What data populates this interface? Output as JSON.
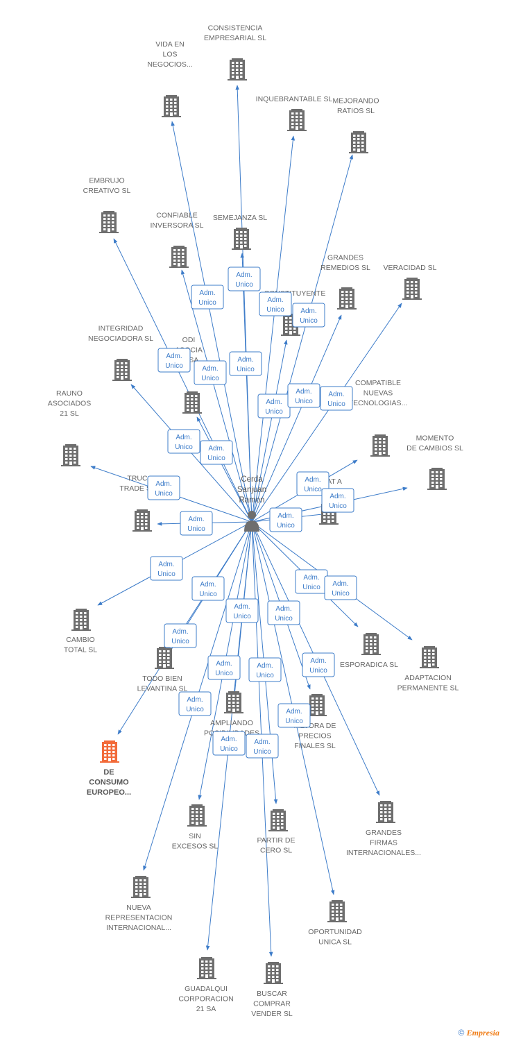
{
  "person": {
    "label": [
      "Cerda",
      "Sanjuan",
      "Ramon"
    ]
  },
  "badge": [
    "Adm.",
    "Unico"
  ],
  "copyright": {
    "symbol": "©",
    "brand": "Empresia"
  },
  "colors": {
    "edge": "#3d7cc9",
    "building": "#6e6e6e",
    "highlight": "#f26b3a",
    "person": "#6e6e6e"
  },
  "companies": [
    {
      "id": "consistencia",
      "label": [
        "CONSISTENCIA",
        "EMPRESARIAL SL"
      ],
      "highlight": false
    },
    {
      "id": "vida",
      "label": [
        "VIDA EN",
        "LOS",
        "NEGOCIOS..."
      ],
      "highlight": false
    },
    {
      "id": "inquebrantable",
      "label": [
        "INQUEBRANTABLE SL"
      ],
      "highlight": false
    },
    {
      "id": "mejorando",
      "label": [
        "MEJORANDO",
        "RATIOS SL"
      ],
      "highlight": false
    },
    {
      "id": "embrujo",
      "label": [
        "EMBRUJO",
        "CREATIVO SL"
      ],
      "highlight": false
    },
    {
      "id": "semejanza",
      "label": [
        "SEMEJANZA SL"
      ],
      "highlight": false
    },
    {
      "id": "confiable",
      "label": [
        "CONFIABLE",
        "INVERSORA SL"
      ],
      "highlight": false
    },
    {
      "id": "grandes_remedios",
      "label": [
        "GRANDES",
        "REMEDIOS SL"
      ],
      "highlight": false
    },
    {
      "id": "veracidad",
      "label": [
        "VERACIDAD SL"
      ],
      "highlight": false
    },
    {
      "id": "constituyente",
      "label": [
        "CONSTITUYENTE"
      ],
      "highlight": false
    },
    {
      "id": "integridad",
      "label": [
        "INTEGRIDAD",
        "NEGOCIADORA SL"
      ],
      "highlight": false
    },
    {
      "id": "asociados21",
      "label": [
        "ODI",
        "ASOCIA",
        "21 SA"
      ],
      "highlight": false
    },
    {
      "id": "compatible",
      "label": [
        "COMPATIBLE",
        "NUEVAS",
        "TECNOLOGIAS..."
      ],
      "highlight": false
    },
    {
      "id": "rauno",
      "label": [
        "RAUNO",
        "ASOCIADOS",
        "21 SL"
      ],
      "highlight": false
    },
    {
      "id": "momento",
      "label": [
        "MOMENTO",
        "DE CAMBIOS SL"
      ],
      "highlight": false
    },
    {
      "id": "truc",
      "label": [
        "TRUC",
        "TRADE SL"
      ],
      "highlight": false
    },
    {
      "id": "ata",
      "label": [
        "AT A"
      ],
      "highlight": false
    },
    {
      "id": "cambio_total",
      "label": [
        "CAMBIO",
        "TOTAL SL"
      ],
      "highlight": false
    },
    {
      "id": "todo_bien",
      "label": [
        "TODO BIEN",
        "LEVANTINA SL"
      ],
      "highlight": false
    },
    {
      "id": "esporadica",
      "label": [
        "ESPORADICA SL"
      ],
      "highlight": false
    },
    {
      "id": "adaptacion",
      "label": [
        "ADAPTACION",
        "PERMANENTE SL"
      ],
      "highlight": false
    },
    {
      "id": "ampliando",
      "label": [
        "AMPLIANDO",
        "POSIBILIDADES"
      ],
      "highlight": false
    },
    {
      "id": "mejora",
      "label": [
        "MEJORA DE",
        "PRECIOS",
        "FINALES SL"
      ],
      "highlight": false
    },
    {
      "id": "de_consumo",
      "label": [
        "DE",
        "CONSUMO",
        "EUROPEO..."
      ],
      "highlight": true
    },
    {
      "id": "grandes_firmas",
      "label": [
        "GRANDES",
        "FIRMAS",
        "INTERNACIONALES..."
      ],
      "highlight": false
    },
    {
      "id": "sin_excesos",
      "label": [
        "SIN",
        "EXCESOS SL"
      ],
      "highlight": false
    },
    {
      "id": "partir",
      "label": [
        "PARTIR DE",
        "CERO SL"
      ],
      "highlight": false
    },
    {
      "id": "nueva",
      "label": [
        "NUEVA",
        "REPRESENTACION",
        "INTERNACIONAL..."
      ],
      "highlight": false
    },
    {
      "id": "oportunidad",
      "label": [
        "OPORTUNIDAD",
        "UNICA SL"
      ],
      "highlight": false
    },
    {
      "id": "guadalqui",
      "label": [
        "GUADALQUI",
        "CORPORACION",
        "21 SA"
      ],
      "highlight": false
    },
    {
      "id": "buscar",
      "label": [
        "BUSCAR",
        "COMPRAR",
        "VENDER SL"
      ],
      "highlight": false
    }
  ]
}
